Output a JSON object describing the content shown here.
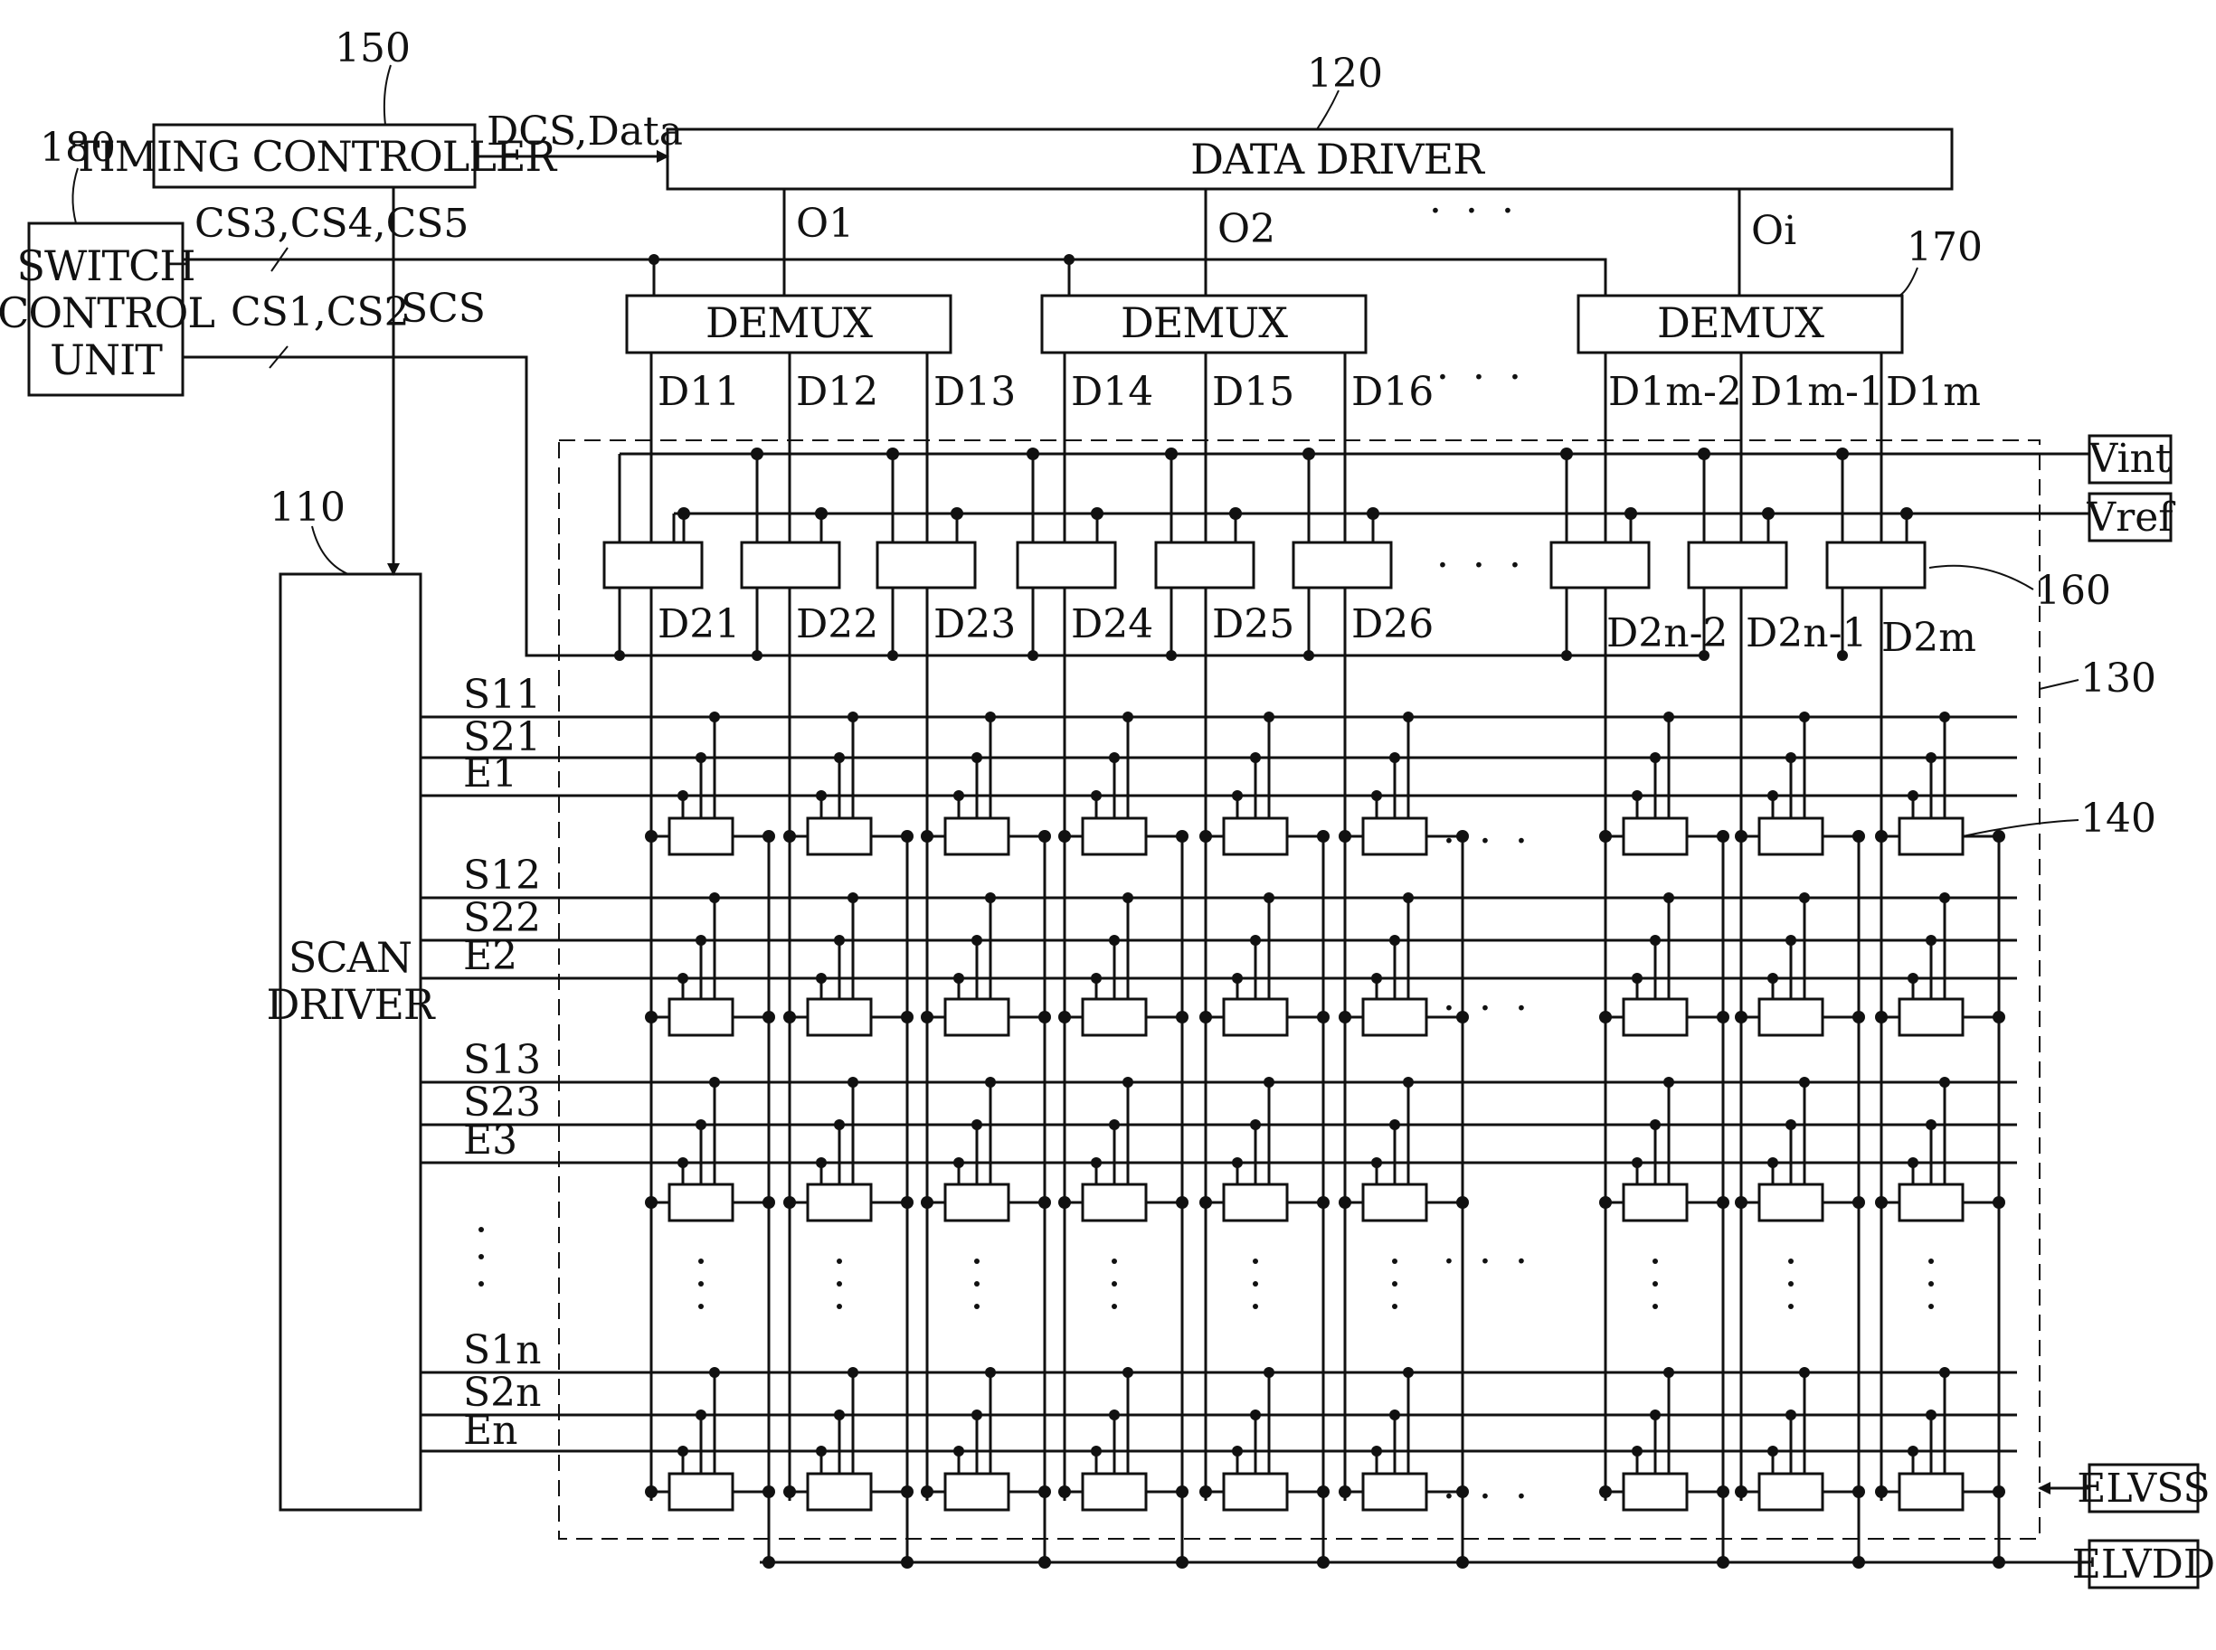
{
  "colors": {
    "line": "#111111",
    "background": "#ffffff"
  },
  "refs": {
    "timing_controller": "150",
    "data_driver": "120",
    "switch_control": "180",
    "scan_driver": "110",
    "demux": "170",
    "panel": "130",
    "pixel": "140",
    "switch_block": "160"
  },
  "blocks": {
    "timing_controller": "TIMING CONTROLLER",
    "data_driver": "DATA DRIVER",
    "switch_control_lines": [
      "SWITCH",
      "CONTROL",
      "UNIT"
    ],
    "scan_driver_lines": [
      "SCAN",
      "DRIVER"
    ],
    "demux": "DEMUX"
  },
  "signals": {
    "dcs_data": "DCS,Data",
    "cs345": "CS3,CS4,CS5",
    "cs12": "CS1,CS2",
    "scs": "SCS",
    "outputs": [
      "O1",
      "O2",
      "Oi"
    ],
    "d1": [
      "D11",
      "D12",
      "D13",
      "D14",
      "D15",
      "D16",
      "D1m-2",
      "D1m-1",
      "D1m"
    ],
    "d2": [
      "D21",
      "D22",
      "D23",
      "D24",
      "D25",
      "D26",
      "D2n-2",
      "D2n-1",
      "D2m"
    ],
    "scan_rows": [
      [
        "S11",
        "S21",
        "E1"
      ],
      [
        "S12",
        "S22",
        "E2"
      ],
      [
        "S13",
        "S23",
        "E3"
      ],
      [
        "S1n",
        "S2n",
        "En"
      ]
    ],
    "power": [
      "Vint",
      "Vref",
      "ELVSS",
      "ELVDD"
    ],
    "ellipsis": "· · ·"
  }
}
